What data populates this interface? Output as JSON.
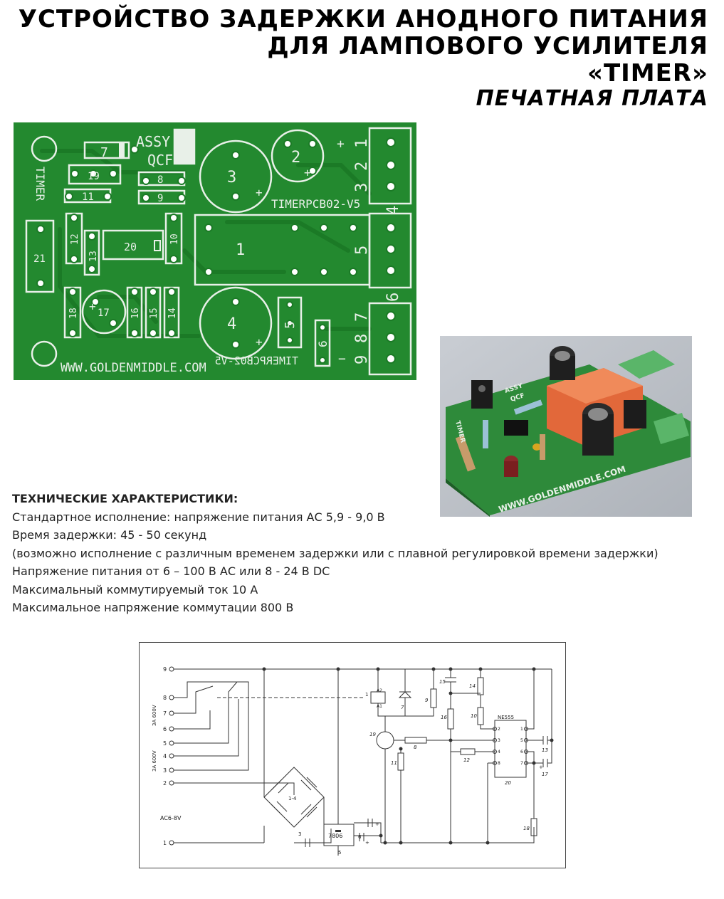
{
  "title": {
    "line1": "УСТРОЙСТВО ЗАДЕРЖКИ АНОДНОГО ПИТАНИЯ",
    "line2": "ДЛЯ ЛАМПОВОГО УСИЛИТЕЛЯ",
    "line3": "«TIMER»",
    "line4": "ПЕЧАТНАЯ ПЛАТА"
  },
  "pcb": {
    "assy": "ASSY",
    "qcf": "QCF",
    "timer": "TIMER",
    "model": "TIMERPCB02-V5",
    "model_mirrored": "TIMERPCB02-V5",
    "website": "WWW.GOLDENMIDDLE.COM",
    "plus": "+",
    "minus": "−",
    "labels": {
      "c1": "1",
      "c2": "2",
      "c3": "3",
      "c4": "4",
      "c5": "5",
      "c6": "6",
      "c7": "7",
      "c8": "8",
      "c9": "9",
      "c10": "10",
      "c11": "11",
      "c12": "12",
      "c13": "13",
      "c14": "14",
      "c15": "15",
      "c16": "16",
      "c17": "17",
      "c18": "18",
      "c19": "19",
      "c20": "20",
      "c21": "21"
    },
    "terminals": [
      "1",
      "2",
      "3",
      "4",
      "5",
      "6",
      "7",
      "8",
      "9"
    ],
    "colors": {
      "board": "#23892f",
      "silk": "#e8f0e8",
      "trace": "#1b7a26"
    }
  },
  "photo": {
    "website": "WWW.GOLDENMIDDLE.COM",
    "timer": "TIMER",
    "assy": "ASSY",
    "qcf": "QCF"
  },
  "specs": {
    "heading": "ТЕХНИЧЕСКИЕ ХАРАКТЕРИСТИКИ:",
    "lines": [
      "Стандартное исполнение: напряжение питания АС 5,9 - 9,0 В",
      "Время задержки: 45 - 50 секунд",
      "(возможно исполнение с различным временем задержки или с плавной регулировкой времени задержки)",
      "Напряжение питания от 6 – 100 В АС или 8 - 24 В DC",
      "Максимальный коммутируемый ток 10 А",
      "Максимальное напряжение коммутации 800 В"
    ]
  },
  "schematic": {
    "pins": [
      "9",
      "8",
      "7",
      "6",
      "5",
      "4",
      "3",
      "2",
      "1"
    ],
    "rating1": "3A 600V",
    "rating2": "3A 600V",
    "ac": "AC6-8V",
    "bridge": "1-4",
    "reg": "7806",
    "ic": "NE555",
    "a1": "A1",
    "a2": "A2",
    "relay_pin": "1",
    "labels": {
      "n3": "3",
      "n5": "5",
      "n6": "6",
      "n7": "7",
      "n8": "8",
      "n9": "9",
      "n10": "10",
      "n11": "11",
      "n12": "12",
      "n13": "13",
      "n14": "14",
      "n15": "15",
      "n16": "16",
      "n17": "17",
      "n18": "18",
      "n19": "19",
      "n20": "20"
    },
    "ic_pins": {
      "p1": "1",
      "p2": "2",
      "p3": "3",
      "p4": "4",
      "p5": "5",
      "p6": "6",
      "p7": "7",
      "p8": "8"
    },
    "plus": "+"
  }
}
